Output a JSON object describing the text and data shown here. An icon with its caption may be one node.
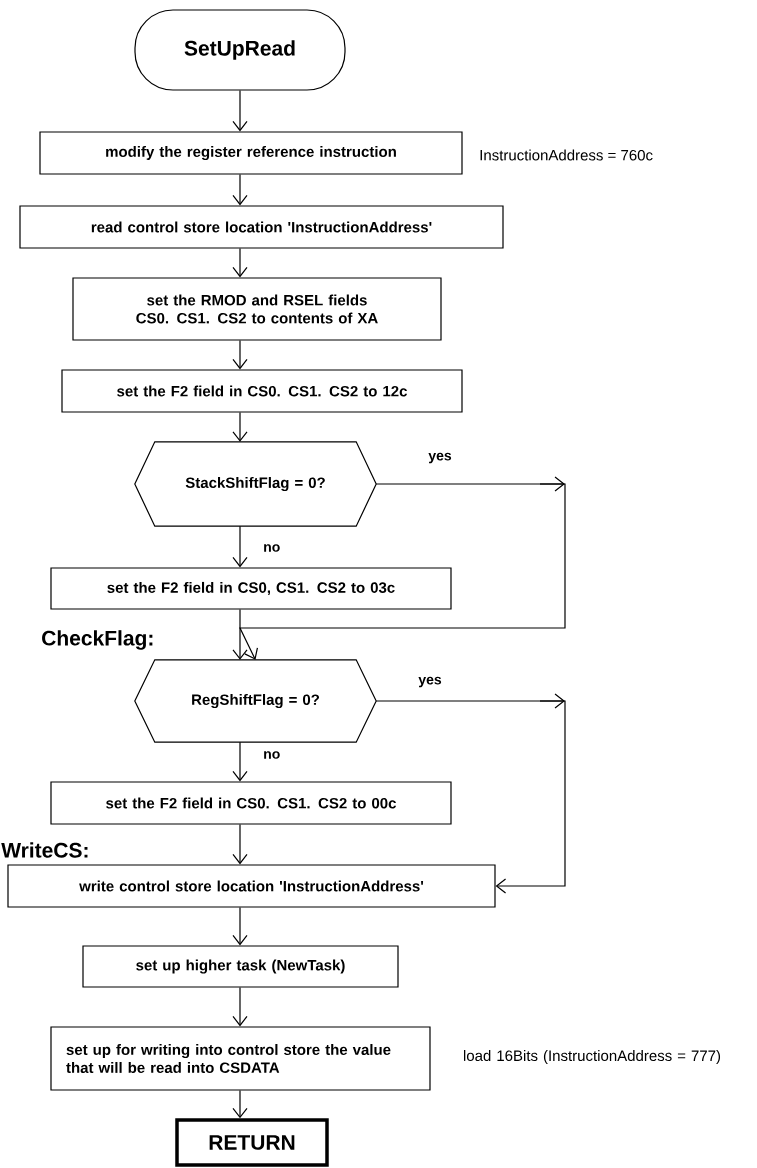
{
  "diagram": {
    "nodes": [
      {
        "text": [
          "SetUpRead"
        ]
      },
      {
        "text": [
          "modify the register reference instruction"
        ],
        "beside": [
          "InstructionAddress = 760c"
        ]
      },
      {
        "text": [
          "read control store location 'InstructionAddress'"
        ]
      },
      {
        "text": [
          "set the RMOD and RSEL fields CS0. CS1. CS2 to contents of XA"
        ]
      },
      {
        "text": [
          "set the F2 field in CS0. CS1. CS2 to 12c"
        ]
      },
      {
        "text": [
          "StackShiftFlag = 0?"
        ]
      },
      {
        "text": [
          "set the F2 field in CS0, CS1. CS2 to 03c"
        ]
      },
      {
        "text": [
          "RegShiftFlag = 0?"
        ],
        "beside": [
          "CheckFlag:"
        ]
      },
      {
        "text": [
          "set the F2 field in CS0. CS1. CS2 to 00c"
        ]
      },
      {
        "text": [
          "write control store location 'InstructionAddress'"
        ],
        "beside": [
          "WriteCS:"
        ]
      },
      {
        "text": [
          "set up higher task (NewTask)"
        ]
      },
      {
        "text": [
          "set up for writing into control store the value that will be read into CSDATA"
        ],
        "beside": [
          "load 16Bits (InstructionAddress = 777)"
        ]
      },
      {
        "text": [
          "RETURN"
        ]
      }
    ],
    "edges": [
      {
        "from": 0,
        "to": 1,
        "arrow": "to"
      },
      {
        "from": 1,
        "to": 2,
        "arrow": "to"
      },
      {
        "from": 2,
        "to": 3,
        "arrow": "to"
      },
      {
        "from": 3,
        "to": 4,
        "arrow": "to"
      },
      {
        "from": 4,
        "to": 5,
        "arrow": "to"
      },
      {
        "from": 5,
        "to": 6,
        "arrow": "to",
        "label": "no"
      },
      {
        "from": 6,
        "to": 7,
        "arrow": "to"
      },
      {
        "from": 5,
        "to": 7,
        "arrow": "to",
        "label": "yes"
      },
      {
        "from": 7,
        "to": 8,
        "arrow": "to",
        "label": "no"
      },
      {
        "from": 8,
        "to": 9,
        "arrow": "to"
      },
      {
        "from": 7,
        "to": 9,
        "arrow": "to",
        "label": "yes"
      },
      {
        "from": 9,
        "to": 10,
        "arrow": "to"
      },
      {
        "from": 10,
        "to": 11,
        "arrow": "to"
      },
      {
        "from": 11,
        "to": 12,
        "arrow": "to"
      }
    ]
  }
}
